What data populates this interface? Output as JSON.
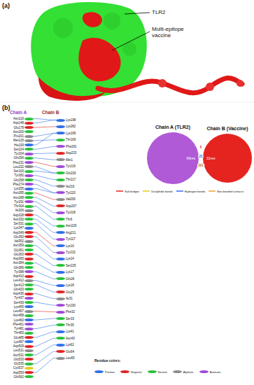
{
  "diagram": {
    "nodes": [
      {
        "text": [
          "Asn116"
        ]
      },
      {
        "text": [
          "Asp148"
        ]
      },
      {
        "text": [
          "Glu178"
        ]
      },
      {
        "text": [
          "Asn200"
        ]
      },
      {
        "text": [
          "Pro201"
        ]
      },
      {
        "text": [
          "Met126"
        ]
      },
      {
        "text": [
          "His199"
        ]
      },
      {
        "text": [
          "Ser224"
        ]
      },
      {
        "text": [
          "Tyr204"
        ]
      },
      {
        "text": [
          "Gln256"
        ]
      },
      {
        "text": [
          "Phe231"
        ]
      },
      {
        "text": [
          "Leu232"
        ]
      },
      {
        "text": [
          "Ser100"
        ]
      },
      {
        "text": [
          "Tyr282"
        ]
      },
      {
        "text": [
          "Gln258"
        ]
      },
      {
        "text": [
          "Phe274"
        ]
      },
      {
        "text": [
          "Lys255"
        ]
      },
      {
        "text": [
          "Asn285"
        ]
      },
      {
        "text": [
          "Asn288"
        ]
      },
      {
        "text": [
          "Tyr291"
        ]
      },
      {
        "text": [
          "Thr304"
        ]
      },
      {
        "text": [
          "Ile306"
        ]
      },
      {
        "text": [
          "Asp328"
        ]
      },
      {
        "text": [
          "Asn330"
        ]
      },
      {
        "text": [
          "Ser331"
        ]
      },
      {
        "text": [
          "Lys347"
        ]
      },
      {
        "text": [
          "Asp349"
        ]
      },
      {
        "text": [
          "Glu350"
        ]
      },
      {
        "text": [
          "Val352"
        ]
      },
      {
        "text": [
          "Asn359"
        ]
      },
      {
        "text": [
          "Gly361"
        ]
      },
      {
        "text": [
          "Glu363"
        ]
      },
      {
        "text": [
          "Asp365"
        ]
      },
      {
        "text": [
          "Asn384"
        ]
      },
      {
        "text": [
          "Gln386"
        ]
      },
      {
        "text": [
          "Tyr388"
        ]
      },
      {
        "text": [
          "Asp410"
        ]
      },
      {
        "text": [
          "Leu412"
        ]
      },
      {
        "text": [
          "Ser413"
        ]
      },
      {
        "text": [
          "Gln433"
        ]
      },
      {
        "text": [
          "Asp435"
        ]
      },
      {
        "text": [
          "Tyr437"
        ]
      },
      {
        "text": [
          "Ser439"
        ]
      },
      {
        "text": [
          "Lys455"
        ]
      },
      {
        "text": [
          "Leu457"
        ]
      },
      {
        "text": [
          "Asn458"
        ]
      },
      {
        "text": [
          "Lys460"
        ]
      },
      {
        "text": [
          "Phe461"
        ]
      },
      {
        "text": [
          "Tyr481"
        ]
      },
      {
        "text": [
          "Thr483"
        ]
      },
      {
        "text": [
          "Glu485"
        ]
      },
      {
        "text": [
          "Lys487"
        ]
      },
      {
        "text": [
          "Asp509"
        ]
      },
      {
        "text": [
          "Leu511"
        ]
      },
      {
        "text": [
          "Asn531"
        ]
      },
      {
        "text": [
          "Glu533"
        ]
      },
      {
        "text": [
          "Gly535"
        ]
      },
      {
        "text": [
          "Cys537"
        ]
      },
      {
        "text": [
          "Asp559"
        ]
      },
      {
        "text": [
          "Gln562"
        ]
      },
      {
        "text": [
          "Lys198"
        ]
      },
      {
        "text": [
          "Lys282"
        ]
      },
      {
        "text": [
          "Lys199"
        ]
      },
      {
        "text": [
          "Thr169"
        ]
      },
      {
        "text": [
          "Phe291"
        ]
      },
      {
        "text": [
          "Asp233"
        ]
      },
      {
        "text": [
          "Met1"
        ]
      },
      {
        "text": [
          "Tyr219"
        ]
      },
      {
        "text": [
          "Gln226"
        ]
      },
      {
        "text": [
          "Thr217"
        ]
      },
      {
        "text": [
          "Ile216"
        ]
      },
      {
        "text": [
          "Tyr220"
        ]
      },
      {
        "text": [
          "Val206"
        ]
      },
      {
        "text": [
          "Asp207"
        ]
      },
      {
        "text": [
          "Tyr218"
        ]
      },
      {
        "text": [
          "Thr6"
        ]
      },
      {
        "text": [
          "Asn229"
        ]
      },
      {
        "text": [
          "Arg211"
        ]
      },
      {
        "text": [
          "Tyr227"
        ]
      },
      {
        "text": [
          "Lys10"
        ]
      },
      {
        "text": [
          "Tyr215"
        ]
      },
      {
        "text": [
          "Lys14"
        ]
      },
      {
        "text": [
          "Ser225"
        ]
      },
      {
        "text": [
          "Lys17"
        ]
      },
      {
        "text": [
          "Gln28"
        ]
      },
      {
        "text": [
          "Lys18"
        ]
      },
      {
        "text": [
          "Glu25"
        ]
      },
      {
        "text": [
          "Ile31"
        ]
      },
      {
        "text": [
          "Tyr230"
        ]
      },
      {
        "text": [
          "Phe32"
        ]
      },
      {
        "text": [
          "Ser33"
        ]
      },
      {
        "text": [
          "Thr35"
        ]
      },
      {
        "text": [
          "Lys41"
        ]
      },
      {
        "text": [
          "Asn43"
        ]
      },
      {
        "text": [
          "Lys62"
        ]
      },
      {
        "text": [
          "Glu64"
        ]
      },
      {
        "text": [
          "Leu65"
        ]
      },
      {
        "text": [
          "Chain A (TLR2)",
          "69res"
        ]
      },
      {
        "text": [
          "Chain B (Vaccine)",
          "31res"
        ]
      }
    ],
    "edges": [
      {
        "from": 0,
        "to": 60,
        "arrow": "none"
      },
      {
        "from": 1,
        "to": 60,
        "arrow": "none"
      },
      {
        "from": 2,
        "to": 61,
        "arrow": "none"
      },
      {
        "from": 4,
        "to": 62,
        "arrow": "none"
      },
      {
        "from": 5,
        "to": 63,
        "arrow": "none"
      },
      {
        "from": 6,
        "to": 62,
        "arrow": "none"
      },
      {
        "from": 7,
        "to": 64,
        "arrow": "none"
      },
      {
        "from": 8,
        "to": 65,
        "arrow": "none"
      },
      {
        "from": 9,
        "to": 66,
        "arrow": "none"
      },
      {
        "from": 10,
        "to": 67,
        "arrow": "none"
      },
      {
        "from": 11,
        "to": 68,
        "arrow": "none"
      },
      {
        "from": 12,
        "to": 68,
        "arrow": "none"
      },
      {
        "from": 13,
        "to": 69,
        "arrow": "none"
      },
      {
        "from": 14,
        "to": 70,
        "arrow": "none"
      },
      {
        "from": 15,
        "to": 71,
        "arrow": "none"
      },
      {
        "from": 16,
        "to": 71,
        "arrow": "none"
      },
      {
        "from": 17,
        "to": 72,
        "arrow": "none"
      },
      {
        "from": 18,
        "to": 73,
        "arrow": "none"
      },
      {
        "from": 19,
        "to": 74,
        "arrow": "none"
      },
      {
        "from": 20,
        "to": 75,
        "arrow": "none"
      },
      {
        "from": 22,
        "to": 76,
        "arrow": "none"
      },
      {
        "from": 23,
        "to": 77,
        "arrow": "none"
      },
      {
        "from": 24,
        "to": 78,
        "arrow": "none"
      },
      {
        "from": 26,
        "to": 79,
        "arrow": "none"
      },
      {
        "from": 27,
        "to": 80,
        "arrow": "none"
      },
      {
        "from": 29,
        "to": 81,
        "arrow": "none"
      },
      {
        "from": 31,
        "to": 82,
        "arrow": "none"
      },
      {
        "from": 33,
        "to": 83,
        "arrow": "none"
      },
      {
        "from": 35,
        "to": 84,
        "arrow": "none"
      },
      {
        "from": 37,
        "to": 85,
        "arrow": "none"
      },
      {
        "from": 38,
        "to": 86,
        "arrow": "none"
      },
      {
        "from": 40,
        "to": 87,
        "arrow": "none"
      },
      {
        "from": 42,
        "to": 88,
        "arrow": "none"
      },
      {
        "from": 44,
        "to": 89,
        "arrow": "none"
      },
      {
        "from": 46,
        "to": 90,
        "arrow": "none"
      },
      {
        "from": 48,
        "to": 91,
        "arrow": "none"
      },
      {
        "from": 50,
        "to": 92,
        "arrow": "none"
      },
      {
        "from": 52,
        "to": 93,
        "arrow": "none"
      },
      {
        "from": 54,
        "to": 94,
        "arrow": "none"
      },
      {
        "from": 56,
        "to": 95,
        "arrow": "none"
      },
      {
        "from": 58,
        "to": 96,
        "arrow": "none"
      }
    ],
    "labels": [
      "(a)",
      "TLR2",
      "Multi-epitope vaccine",
      "(b)",
      "Chain A",
      "Chain B",
      "5",
      "21",
      "201",
      "Residue colors:"
    ],
    "legend": [
      {
        "text": "Salt bridges",
        "color": "#e02424"
      },
      {
        "text": "Disulphide bonds",
        "color": "#e3cf1a"
      },
      {
        "text": "Hydrogen bonds",
        "color": "#2f6fe8"
      },
      {
        "text": "Non-bonded contacts",
        "color": "#f0a030"
      },
      {
        "text": "Positive",
        "color": "#2f6fe8"
      },
      {
        "text": "Negative",
        "color": "#e02424"
      },
      {
        "text": "Neutral",
        "color": "#27c23a"
      },
      {
        "text": "Aliphatic",
        "color": "#8c8c8c"
      },
      {
        "text": "Aromatic",
        "color": "#a04ad6"
      }
    ]
  }
}
